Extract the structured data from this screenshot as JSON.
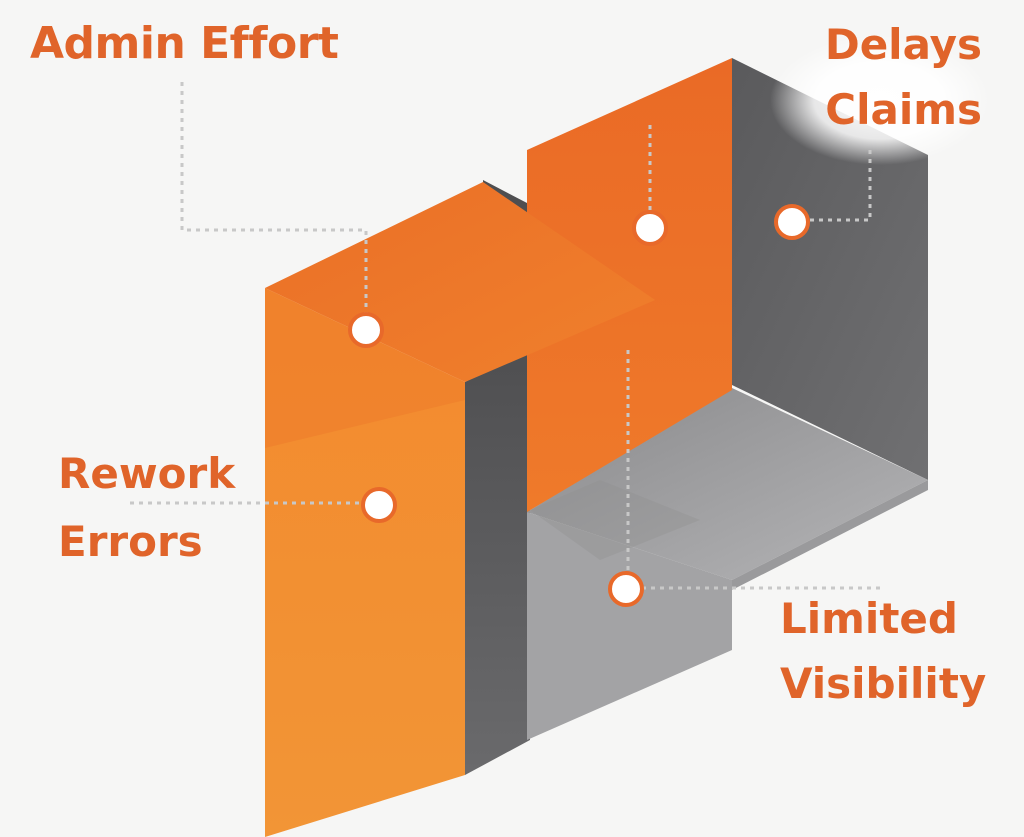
{
  "callouts": {
    "admin_effort": "Admin Effort",
    "delays_claims": [
      "Delays",
      "Claims"
    ],
    "rework_errors": [
      "Rework",
      "Errors"
    ],
    "limited_visibility": [
      "Limited",
      "Visibility"
    ]
  },
  "colors": {
    "accent": "#e0642a",
    "orange_front": "#f08a2c",
    "orange_top": "#ea7128",
    "dark_gray": "#5f5f61",
    "mid_gray": "#848486",
    "light_gray": "#a4a4a6",
    "background": "#f6f6f5"
  }
}
